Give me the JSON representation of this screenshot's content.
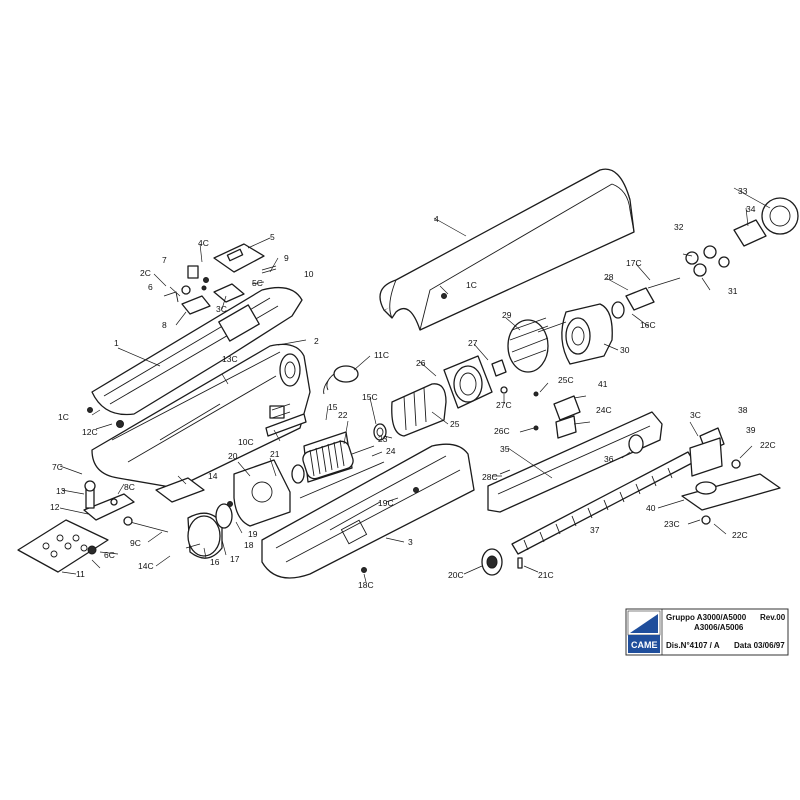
{
  "title_block": {
    "group_label": "Gruppo A3000/A5000",
    "group_label_2": "A3006/A5006",
    "revision": "Rev.00",
    "drawing_number": "Dis.N°4107 / A",
    "date": "Data 03/06/97",
    "brand": "CAME",
    "brand_color": "#1f4e9c"
  },
  "part_labels": [
    "1",
    "2",
    "3",
    "4",
    "5",
    "6",
    "7",
    "8",
    "9",
    "10",
    "11",
    "12",
    "13",
    "14",
    "15",
    "16",
    "17",
    "18",
    "19",
    "20",
    "21",
    "22",
    "23",
    "24",
    "25",
    "26",
    "27",
    "28",
    "29",
    "30",
    "31",
    "32",
    "33",
    "34",
    "35",
    "36",
    "37",
    "38",
    "39",
    "40",
    "41",
    "1C",
    "2C",
    "3C",
    "4C",
    "5C",
    "6C",
    "7C",
    "8C",
    "9C",
    "10C",
    "11C",
    "12C",
    "13C",
    "14C",
    "15C",
    "16C",
    "17C",
    "18C",
    "19C",
    "20C",
    "21C",
    "22C",
    "22C",
    "23C",
    "24C",
    "25C",
    "26C",
    "27C",
    "28C"
  ]
}
